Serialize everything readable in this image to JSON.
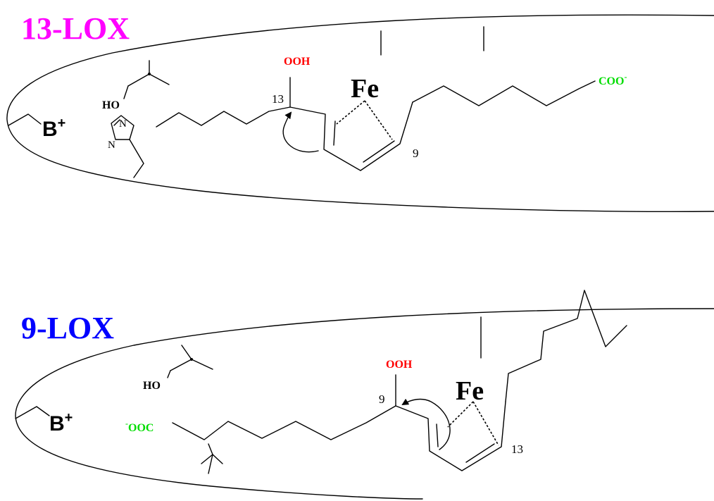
{
  "panel_13": {
    "title": "13-LOX",
    "title_color": "#ff00ff",
    "base_label": "B",
    "base_charge": "+",
    "hydroxyl_label": "HO",
    "imidazole_n_top": "N",
    "imidazole_n_bottom": "N",
    "hydroperoxide_label": "OOH",
    "hydroperoxide_color": "#ff0000",
    "carbon_label_oxygenated": "13",
    "metal_label": "Fe",
    "carbon_label_other": "9",
    "carboxylate_label": "COO",
    "carboxylate_charge": "-",
    "carboxylate_color": "#00dd00"
  },
  "panel_9": {
    "title": "9-LOX",
    "title_color": "#0000ff",
    "base_label": "B",
    "base_charge": "+",
    "hydroxyl_label": "HO",
    "hydroperoxide_label": "OOH",
    "hydroperoxide_color": "#ff0000",
    "carbon_label_oxygenated": "9",
    "metal_label": "Fe",
    "carbon_label_other": "13",
    "carboxylate_charge": "-",
    "carboxylate_label": "OOC",
    "carboxylate_color": "#00dd00"
  }
}
